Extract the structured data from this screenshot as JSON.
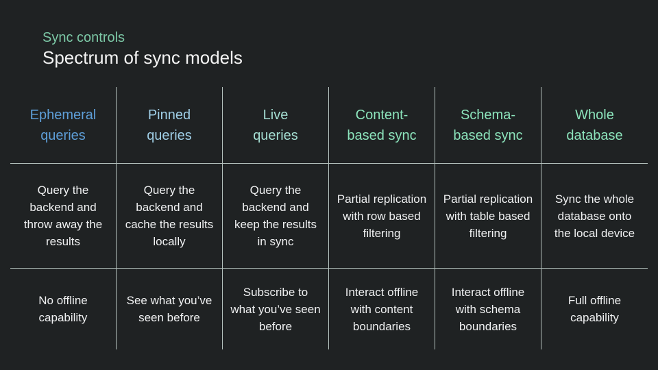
{
  "page": {
    "background_color": "#1f2223",
    "grid_line_color": "#b4c1bd",
    "body_text_color": "#f0f1f2"
  },
  "header": {
    "kicker": "Sync controls",
    "kicker_color": "#7cc8a6",
    "title": "Spectrum of sync models",
    "title_color": "#f4f4f4"
  },
  "table": {
    "row_names": [
      "model",
      "description",
      "offline_behavior"
    ],
    "columns": [
      {
        "id": "ephemeral-queries",
        "header": "Ephemeral\nqueries",
        "header_color": "#5e9fd9",
        "description": "Query the\nbackend and\nthrow away the\nresults",
        "offline_behavior": "No offline\ncapability"
      },
      {
        "id": "pinned-queries",
        "header": "Pinned\nqueries",
        "header_color": "#9fcee6",
        "description": "Query the\nbackend and\ncache the results\nlocally",
        "offline_behavior": "See what you’ve\nseen before"
      },
      {
        "id": "live-queries",
        "header": "Live\nqueries",
        "header_color": "#a5dfd3",
        "description": "Query the\nbackend and\nkeep the results\nin sync",
        "offline_behavior": "Subscribe to\nwhat you’ve seen\nbefore"
      },
      {
        "id": "content-based-sync",
        "header": "Content-\nbased sync",
        "header_color": "#8ce4bc",
        "description": "Partial replication\nwith row based\nfiltering",
        "offline_behavior": "Interact offline\nwith content\nboundaries"
      },
      {
        "id": "schema-based-sync",
        "header": "Schema-\nbased sync",
        "header_color": "#8ce4bc",
        "description": "Partial replication\nwith table based\nfiltering",
        "offline_behavior": "Interact offline\nwith schema\nboundaries"
      },
      {
        "id": "whole-database",
        "header": "Whole\ndatabase",
        "header_color": "#8ce4bc",
        "description": "Sync the whole\ndatabase onto\nthe local device",
        "offline_behavior": "Full offline\ncapability"
      }
    ]
  }
}
